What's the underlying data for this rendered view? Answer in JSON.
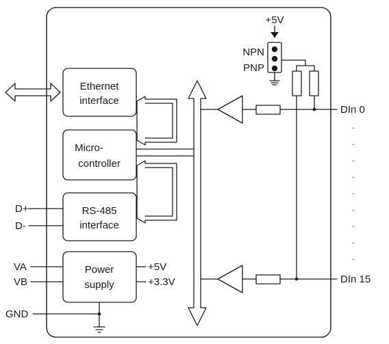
{
  "blocks": {
    "ethernet": {
      "line1": "Ethernet",
      "line2": "interface"
    },
    "micro": {
      "line1": "Micro-",
      "line2": "controller"
    },
    "rs485": {
      "line1": "RS-485",
      "line2": "interface"
    },
    "power": {
      "line1": "Power",
      "line2": "supply"
    }
  },
  "labels": {
    "vcc": "+5V",
    "npn": "NPN",
    "pnp": "PNP",
    "din_first": "DIn 0",
    "din_last": "DIn 15",
    "d_plus": "D+",
    "d_minus": "D-",
    "va": "VA",
    "vb": "VB",
    "gnd": "GND",
    "out_5v": "+5V",
    "out_33v": "+3.3V"
  },
  "ellipsis_dots": ".",
  "colors": {
    "line": "#1a1a1a",
    "fill": "#ffffff",
    "enclosure": "#333333"
  }
}
